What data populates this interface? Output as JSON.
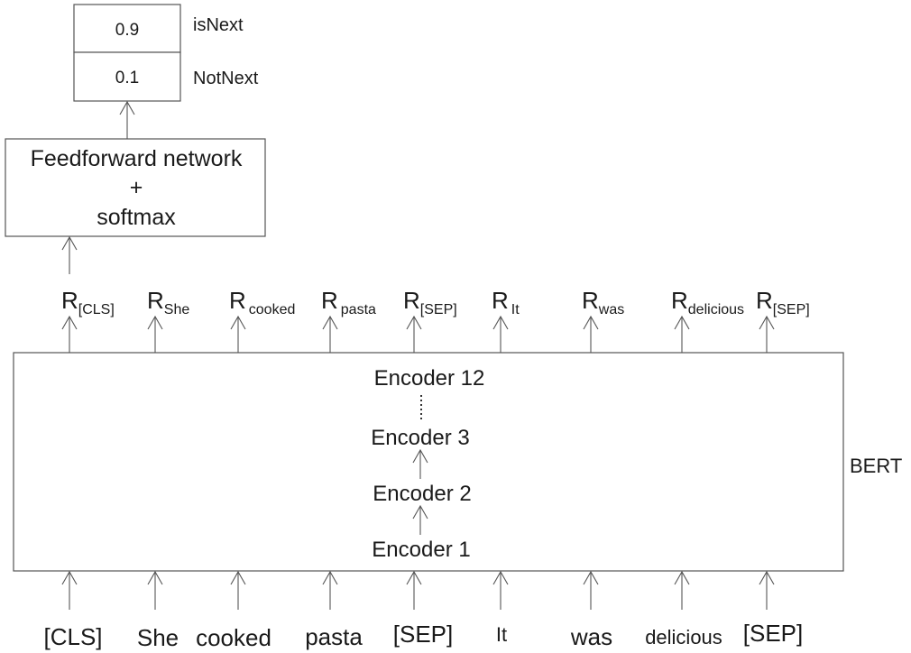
{
  "output": {
    "probabilities": [
      {
        "value": "0.9",
        "label": "isNext"
      },
      {
        "value": "0.1",
        "label": "NotNext"
      }
    ]
  },
  "classifier": {
    "lines": [
      "Feedforward network",
      "+",
      "softmax"
    ]
  },
  "representations": {
    "symbol": "R",
    "subscripts": [
      "[CLS]",
      "She",
      "cooked",
      "pasta",
      "[SEP]",
      "It",
      "was",
      "delicious",
      "[SEP]"
    ]
  },
  "bert": {
    "label": "BERT",
    "encoders": [
      "Encoder 12",
      "Encoder 3",
      "Encoder 2",
      "Encoder 1"
    ]
  },
  "input_tokens": [
    "[CLS]",
    "She",
    "cooked",
    "pasta",
    "[SEP]",
    "It",
    "was",
    "delicious",
    "[SEP]"
  ]
}
